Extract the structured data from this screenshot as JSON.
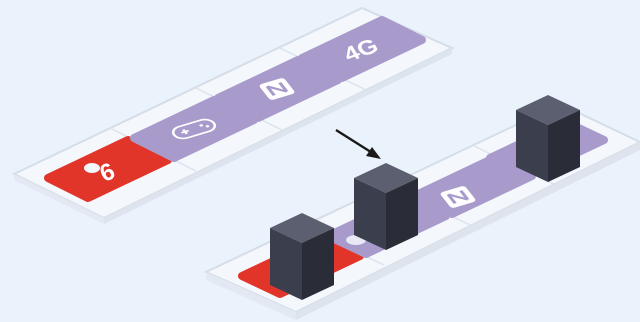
{
  "top_tray": {
    "tiles": [
      {
        "kind": "badge",
        "label": "6",
        "color": "#e2352a"
      },
      {
        "kind": "icon",
        "icon": "gamepad-icon",
        "color": "#a89bcc"
      },
      {
        "kind": "icon",
        "icon": "nfc-icon",
        "color": "#a89bcc"
      },
      {
        "kind": "text",
        "label": "4G",
        "color": "#a89bcc"
      }
    ]
  },
  "arrow": {
    "icon": "arrow-icon",
    "direction": "down-right"
  },
  "bottom_tray": {
    "tiles": [
      {
        "kind": "blank",
        "color": "#e2352a",
        "covered": true
      },
      {
        "kind": "blank",
        "color": "#a89bcc",
        "covered": true
      },
      {
        "kind": "icon",
        "icon": "nfc-icon",
        "color": "#a89bcc",
        "covered": false
      },
      {
        "kind": "blank",
        "color": "#a89bcc",
        "covered": true
      }
    ],
    "block_icon": "cube-icon"
  },
  "colors": {
    "background": "#eaf2fc",
    "tray": "#f4f7fb",
    "tray_edge": "#d5dde8",
    "tile_red": "#e2352a",
    "tile_purple": "#a89bcc",
    "icon_white": "#ffffff",
    "cube_top": "#5b5f70",
    "cube_left": "#3b3e4d",
    "cube_right": "#2a2c38"
  }
}
